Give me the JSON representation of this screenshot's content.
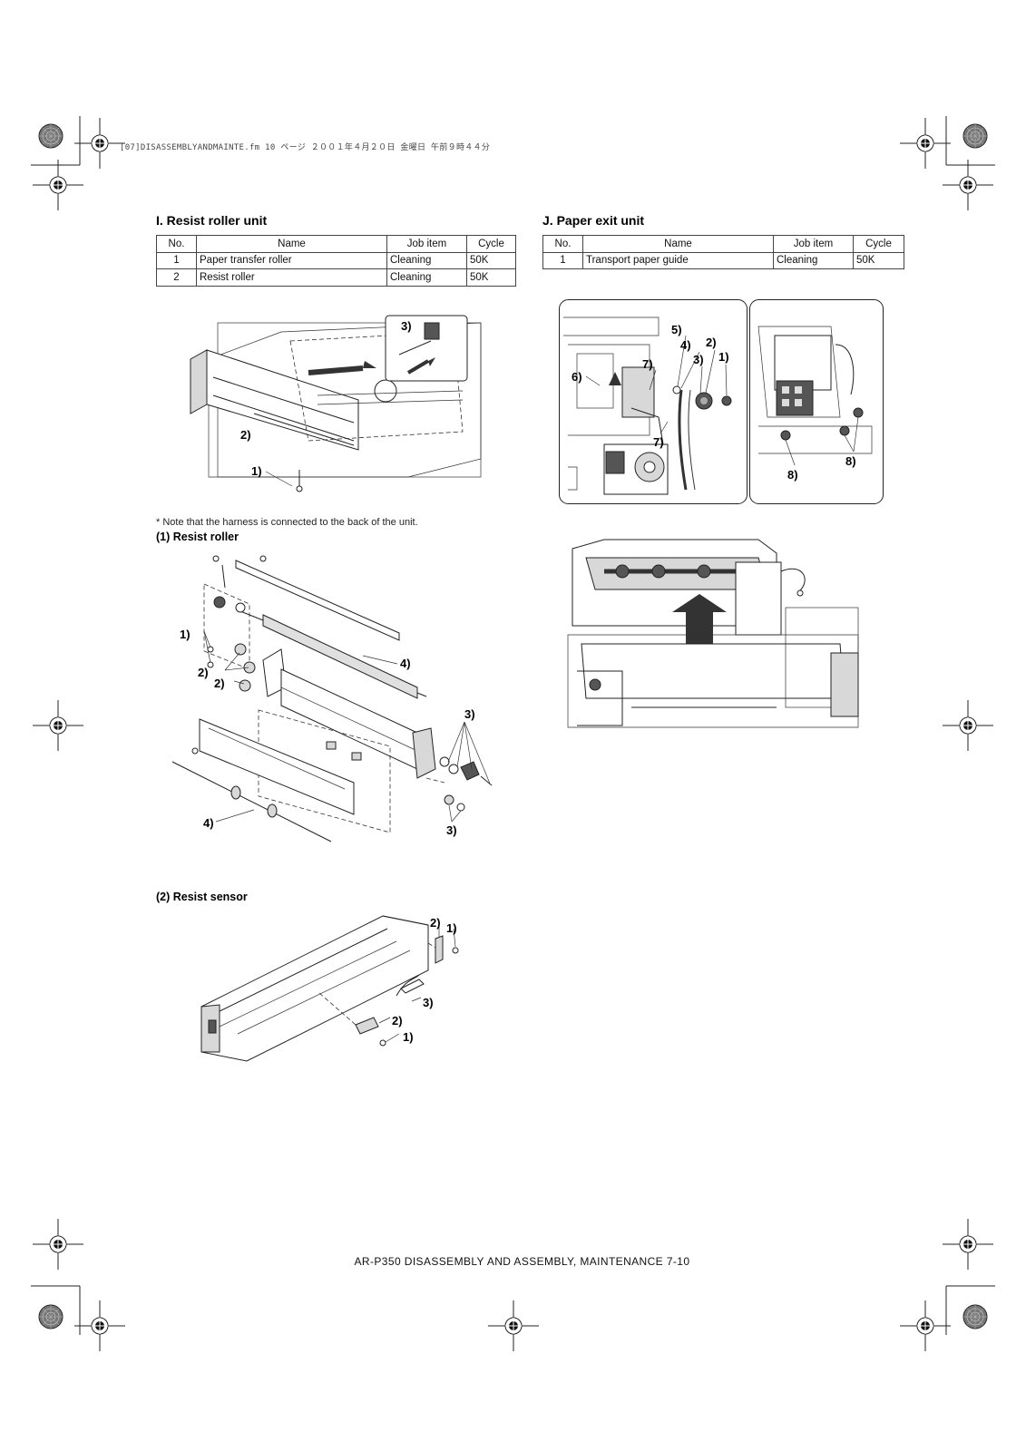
{
  "print_header": "[07]DISASSEMBLYANDMAINTE.fm  10 ページ  ２００１年４月２０日  金曜日  午前９時４４分",
  "section_i": {
    "title": "I. Resist roller unit",
    "table": {
      "headers": [
        "No.",
        "Name",
        "Job item",
        "Cycle"
      ],
      "rows": [
        {
          "no": "1",
          "name": "Paper transfer roller",
          "job": "Cleaning",
          "cycle": "50K"
        },
        {
          "no": "2",
          "name": "Resist roller",
          "job": "Cleaning",
          "cycle": "50K"
        }
      ]
    },
    "figure_callouts": [
      "3)",
      "2)",
      "1)"
    ],
    "note": "*    Note that the harness is connected to the back of the unit.",
    "sub1": {
      "title": "(1) Resist roller",
      "callouts": [
        "1)",
        "2)",
        "2)",
        "4)",
        "3)",
        "4)",
        "3)"
      ]
    },
    "sub2": {
      "title": "(2) Resist sensor",
      "callouts": [
        "2)",
        "1)",
        "3)",
        "2)",
        "1)"
      ]
    }
  },
  "section_j": {
    "title": "J. Paper exit unit",
    "table": {
      "headers": [
        "No.",
        "Name",
        "Job item",
        "Cycle"
      ],
      "rows": [
        {
          "no": "1",
          "name": "Transport paper guide",
          "job": "Cleaning",
          "cycle": "50K"
        }
      ]
    },
    "figure1_callouts": [
      "5)",
      "4)",
      "2)",
      "3)",
      "1)",
      "7)",
      "6)",
      "7)"
    ],
    "figure2_callouts": [
      "8)",
      "8)"
    ]
  },
  "footer": "AR-P350 DISASSEMBLY AND ASSEMBLY, MAINTENANCE 7-10"
}
